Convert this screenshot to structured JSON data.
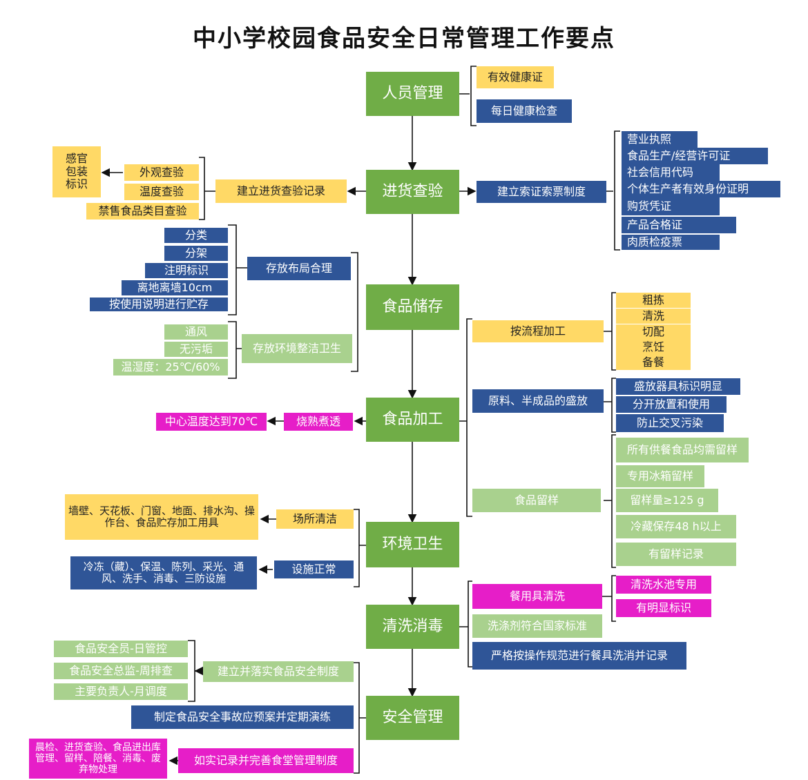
{
  "title": "中小学校园食品安全日常管理工作要点",
  "colors": {
    "main": "#70ad47",
    "yellow": "#ffd966",
    "blue": "#2f5597",
    "light_green": "#a9d18e",
    "magenta": "#e61ec8"
  },
  "main": {
    "personnel": "人员管理",
    "purchase": "进货查验",
    "storage": "食品储存",
    "processing": "食品加工",
    "environment": "环境卫生",
    "cleaning": "清洗消毒",
    "safety": "安全管理"
  },
  "personnel": {
    "health_cert": "有效健康证",
    "daily_check": "每日健康检查"
  },
  "purchase": {
    "record": "建立进货查验记录",
    "appearance": "外观查验",
    "temperature": "温度查验",
    "banned": "禁售食品类目查验",
    "senses": "感官\n包装\n标识",
    "voucher_system": "建立索证索票制度",
    "vouchers": [
      "营业执照",
      "食品生产/经营许可证",
      "社会信用代码",
      "个体生产者有效身份证明",
      "购货凭证",
      "产品合格证",
      "肉质检疫票"
    ]
  },
  "storage": {
    "layout": "存放布局合理",
    "layout_items": [
      "分类",
      "分架",
      "注明标识",
      "离地离墙10cm",
      "按使用说明进行贮存"
    ],
    "environment": "存放环境整洁卫生",
    "env_items": [
      "通风",
      "无污垢",
      "温湿度：25℃/60%"
    ]
  },
  "processing": {
    "cook": "烧熟煮透",
    "core_temp": "中心温度达到70℃",
    "flow": "按流程加工",
    "flow_items": [
      "粗拣",
      "清洗",
      "切配",
      "烹饪",
      "备餐"
    ],
    "holding": "原料、半成品的盛放",
    "holding_items": [
      "盛放器具标识明显",
      "分开放置和使用",
      "防止交叉污染"
    ],
    "sample": "食品留样",
    "sample_items": [
      "所有供餐食品均需留样",
      "专用冰箱留样",
      "留样量≥125 g",
      "冷藏保存48 h以上",
      "有留样记录"
    ]
  },
  "environment": {
    "site": "场所清洁",
    "site_detail": "墙壁、天花板、门窗、地面、排水沟、操作台、食品贮存加工用具",
    "facilities": "设施正常",
    "facilities_detail": "冷冻（藏）、保温、陈列、采光、通风、洗手、消毒、三防设施"
  },
  "cleaning": {
    "tableware": "餐用具清洗",
    "tableware_items": [
      "清洗水池专用",
      "有明显标识"
    ],
    "detergent": "洗涤剂符合国家标准",
    "procedure": "严格按操作规范进行餐具洗消并记录"
  },
  "safety": {
    "system": "建立并落实食品安全制度",
    "system_items": [
      "食品安全员-日管控",
      "食品安全总监-周排查",
      "主要负责人-月调度"
    ],
    "plan": "制定食品安全事故应预案并定期演练",
    "record": "如实记录并完善食堂管理制度",
    "record_detail": "晨检、进货查验、食品进出库管理、留样、陪餐、消毒、废弃物处理"
  }
}
